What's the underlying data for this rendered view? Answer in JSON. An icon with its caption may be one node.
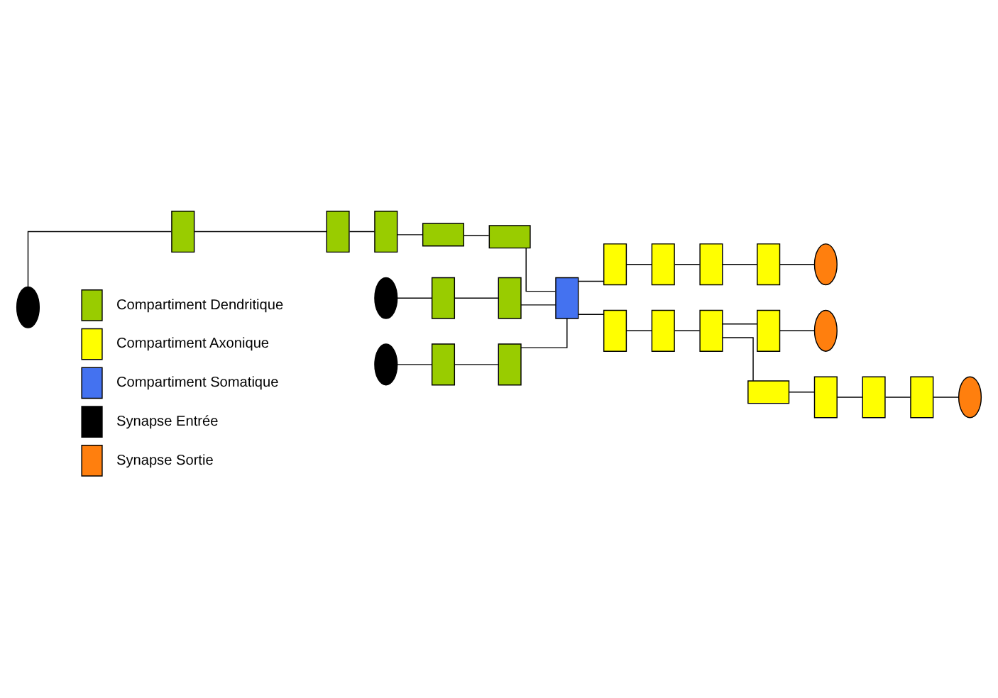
{
  "diagram": {
    "nodes": [
      {
        "text": [],
        "shape": "ellipse"
      },
      {
        "text": [],
        "shape": "box"
      },
      {
        "text": [],
        "shape": "box"
      },
      {
        "text": [],
        "shape": "box"
      },
      {
        "text": [],
        "shape": "box"
      },
      {
        "text": [],
        "shape": "box"
      },
      {
        "text": [],
        "shape": "ellipse"
      },
      {
        "text": [],
        "shape": "box"
      },
      {
        "text": [],
        "shape": "box"
      },
      {
        "text": [],
        "shape": "ellipse"
      },
      {
        "text": [],
        "shape": "box"
      },
      {
        "text": [],
        "shape": "box"
      },
      {
        "text": [],
        "shape": "box"
      },
      {
        "text": [],
        "shape": "box"
      },
      {
        "text": [],
        "shape": "box"
      },
      {
        "text": [],
        "shape": "box"
      },
      {
        "text": [],
        "shape": "box"
      },
      {
        "text": [],
        "shape": "ellipse"
      },
      {
        "text": [],
        "shape": "box"
      },
      {
        "text": [],
        "shape": "box"
      },
      {
        "text": [],
        "shape": "box"
      },
      {
        "text": [],
        "shape": "box"
      },
      {
        "text": [],
        "shape": "ellipse"
      },
      {
        "text": [],
        "shape": "box"
      },
      {
        "text": [],
        "shape": "box"
      },
      {
        "text": [],
        "shape": "box"
      },
      {
        "text": [],
        "shape": "box"
      },
      {
        "text": [],
        "shape": "ellipse"
      }
    ],
    "edges": [
      {
        "from": 0,
        "to": 1,
        "arrow": "none"
      },
      {
        "from": 1,
        "to": 2,
        "arrow": "none"
      },
      {
        "from": 2,
        "to": 3,
        "arrow": "none"
      },
      {
        "from": 3,
        "to": 4,
        "arrow": "none"
      },
      {
        "from": 4,
        "to": 5,
        "arrow": "none"
      },
      {
        "from": 5,
        "to": 12,
        "arrow": "none"
      },
      {
        "from": 6,
        "to": 7,
        "arrow": "none"
      },
      {
        "from": 7,
        "to": 8,
        "arrow": "none"
      },
      {
        "from": 8,
        "to": 12,
        "arrow": "none"
      },
      {
        "from": 9,
        "to": 10,
        "arrow": "none"
      },
      {
        "from": 10,
        "to": 11,
        "arrow": "none"
      },
      {
        "from": 11,
        "to": 12,
        "arrow": "none"
      },
      {
        "from": 12,
        "to": 13,
        "arrow": "none"
      },
      {
        "from": 13,
        "to": 14,
        "arrow": "none"
      },
      {
        "from": 14,
        "to": 15,
        "arrow": "none"
      },
      {
        "from": 15,
        "to": 16,
        "arrow": "none"
      },
      {
        "from": 16,
        "to": 17,
        "arrow": "none"
      },
      {
        "from": 12,
        "to": 18,
        "arrow": "none"
      },
      {
        "from": 18,
        "to": 19,
        "arrow": "none"
      },
      {
        "from": 19,
        "to": 20,
        "arrow": "none"
      },
      {
        "from": 20,
        "to": 21,
        "arrow": "none"
      },
      {
        "from": 21,
        "to": 22,
        "arrow": "none"
      },
      {
        "from": 20,
        "to": 23,
        "arrow": "none"
      },
      {
        "from": 23,
        "to": 24,
        "arrow": "none"
      },
      {
        "from": 24,
        "to": 25,
        "arrow": "none"
      },
      {
        "from": 25,
        "to": 26,
        "arrow": "none"
      },
      {
        "from": 26,
        "to": 27,
        "arrow": "none"
      }
    ],
    "legend": [
      {
        "text": "Compartiment Dendritique",
        "color": "#99cc00"
      },
      {
        "text": "Compartiment Axonique",
        "color": "#ffff00"
      },
      {
        "text": "Compartiment Somatique",
        "color": "#4472f0"
      },
      {
        "text": "Synapse Entrée",
        "color": "#000000"
      },
      {
        "text": "Synapse Sortie",
        "color": "#ff7f0e"
      }
    ]
  }
}
